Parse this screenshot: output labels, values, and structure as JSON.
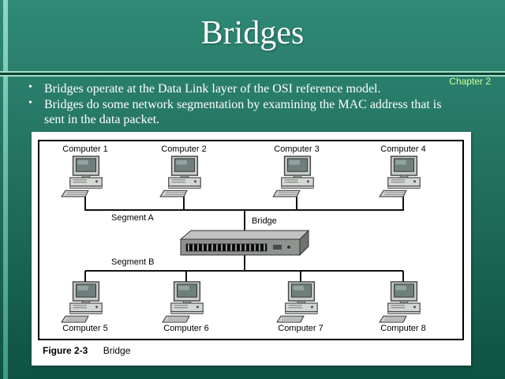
{
  "slide": {
    "title": "Bridges",
    "chapter": "Chapter 2",
    "bullets": [
      "Bridges operate at the Data Link layer of the OSI reference model.",
      "Bridges do some network segmentation by examining the MAC address that is sent in the data packet."
    ]
  },
  "figure": {
    "computers_top": [
      "Computer 1",
      "Computer 2",
      "Computer 3",
      "Computer 4"
    ],
    "computers_bottom": [
      "Computer 5",
      "Computer 6",
      "Computer 7",
      "Computer 8"
    ],
    "segment_a_label": "Segment A",
    "segment_b_label": "Segment B",
    "bridge_label": "Bridge",
    "caption_label": "Figure 2-3",
    "caption_text": "Bridge"
  },
  "colors": {
    "slide-top": "#2f8a76",
    "slide-bottom": "#0e5244",
    "strip": "#8fd8c0",
    "title-text": "#ffffff",
    "chapter-text": "#ccff99",
    "divider-light": "#a5dcc6",
    "divider-dark": "#0a4636",
    "figure-bg": "#ffffff",
    "line": "#111111"
  }
}
